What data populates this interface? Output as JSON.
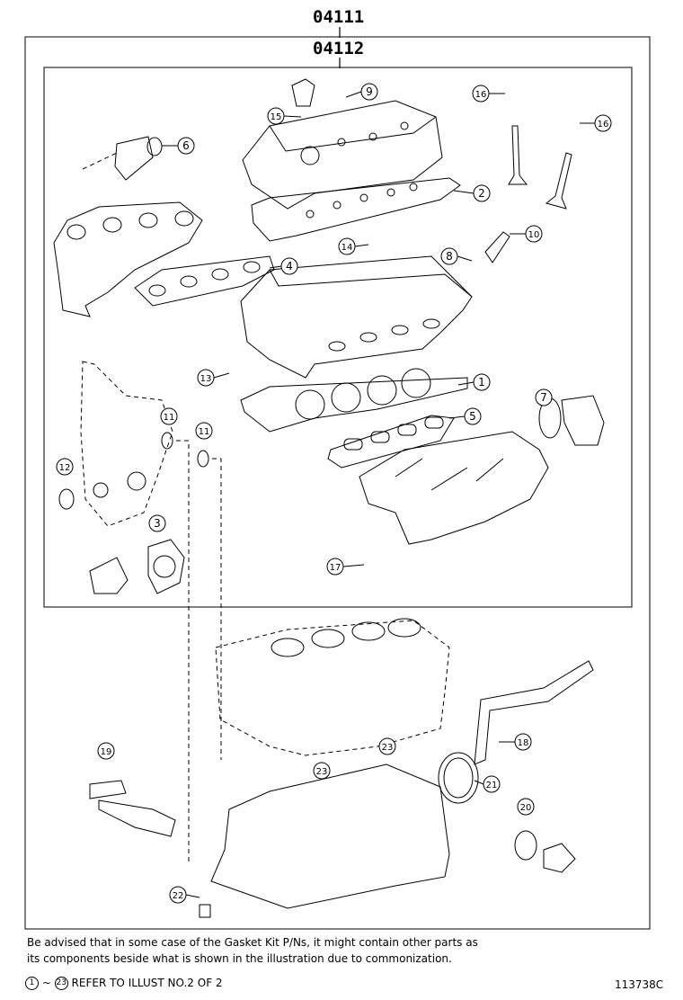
{
  "kit_numbers": {
    "outer": "04111",
    "inner": "04112"
  },
  "callouts": [
    "1",
    "2",
    "3",
    "4",
    "5",
    "6",
    "7",
    "8",
    "9",
    "10",
    "11",
    "11",
    "12",
    "13",
    "14",
    "15",
    "16",
    "16",
    "17",
    "18",
    "19",
    "20",
    "21",
    "22",
    "23",
    "23"
  ],
  "note": {
    "line1": "Be advised that in some case of the Gasket Kit P/Ns,  it might contain other parts as",
    "line2": "its components beside what is shown in the illustration due to commonization."
  },
  "reference": {
    "start": "1",
    "tilde": "~",
    "end": "23",
    "text": "REFER TO ILLUST NO.2 OF 2"
  },
  "illustration_id": "113738C"
}
